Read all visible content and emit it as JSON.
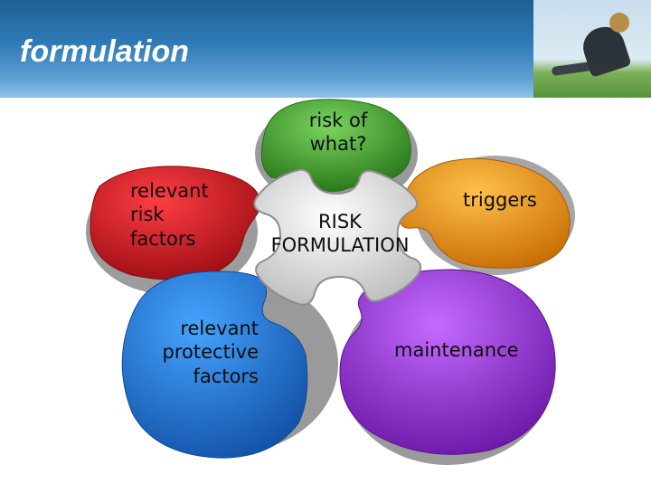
{
  "slide": {
    "title": "formulation"
  },
  "diagram": {
    "center": {
      "line1": "RISK",
      "line2": "FORMULATION",
      "color": "#dcdcdc"
    },
    "petals": [
      {
        "id": "top",
        "line1": "risk of",
        "line2": "what?",
        "color": "#3f9a2c"
      },
      {
        "id": "right",
        "line1": "triggers",
        "color": "#e08a12"
      },
      {
        "id": "left",
        "line1": "relevant",
        "line2": "risk",
        "line3": "factors",
        "color": "#c0151d"
      },
      {
        "id": "bottom-left",
        "line1": "relevant",
        "line2": "protective",
        "line3": "factors",
        "color": "#1b6ed3"
      },
      {
        "id": "bottom-right",
        "line1": "maintenance",
        "color": "#8a25c9"
      }
    ]
  }
}
